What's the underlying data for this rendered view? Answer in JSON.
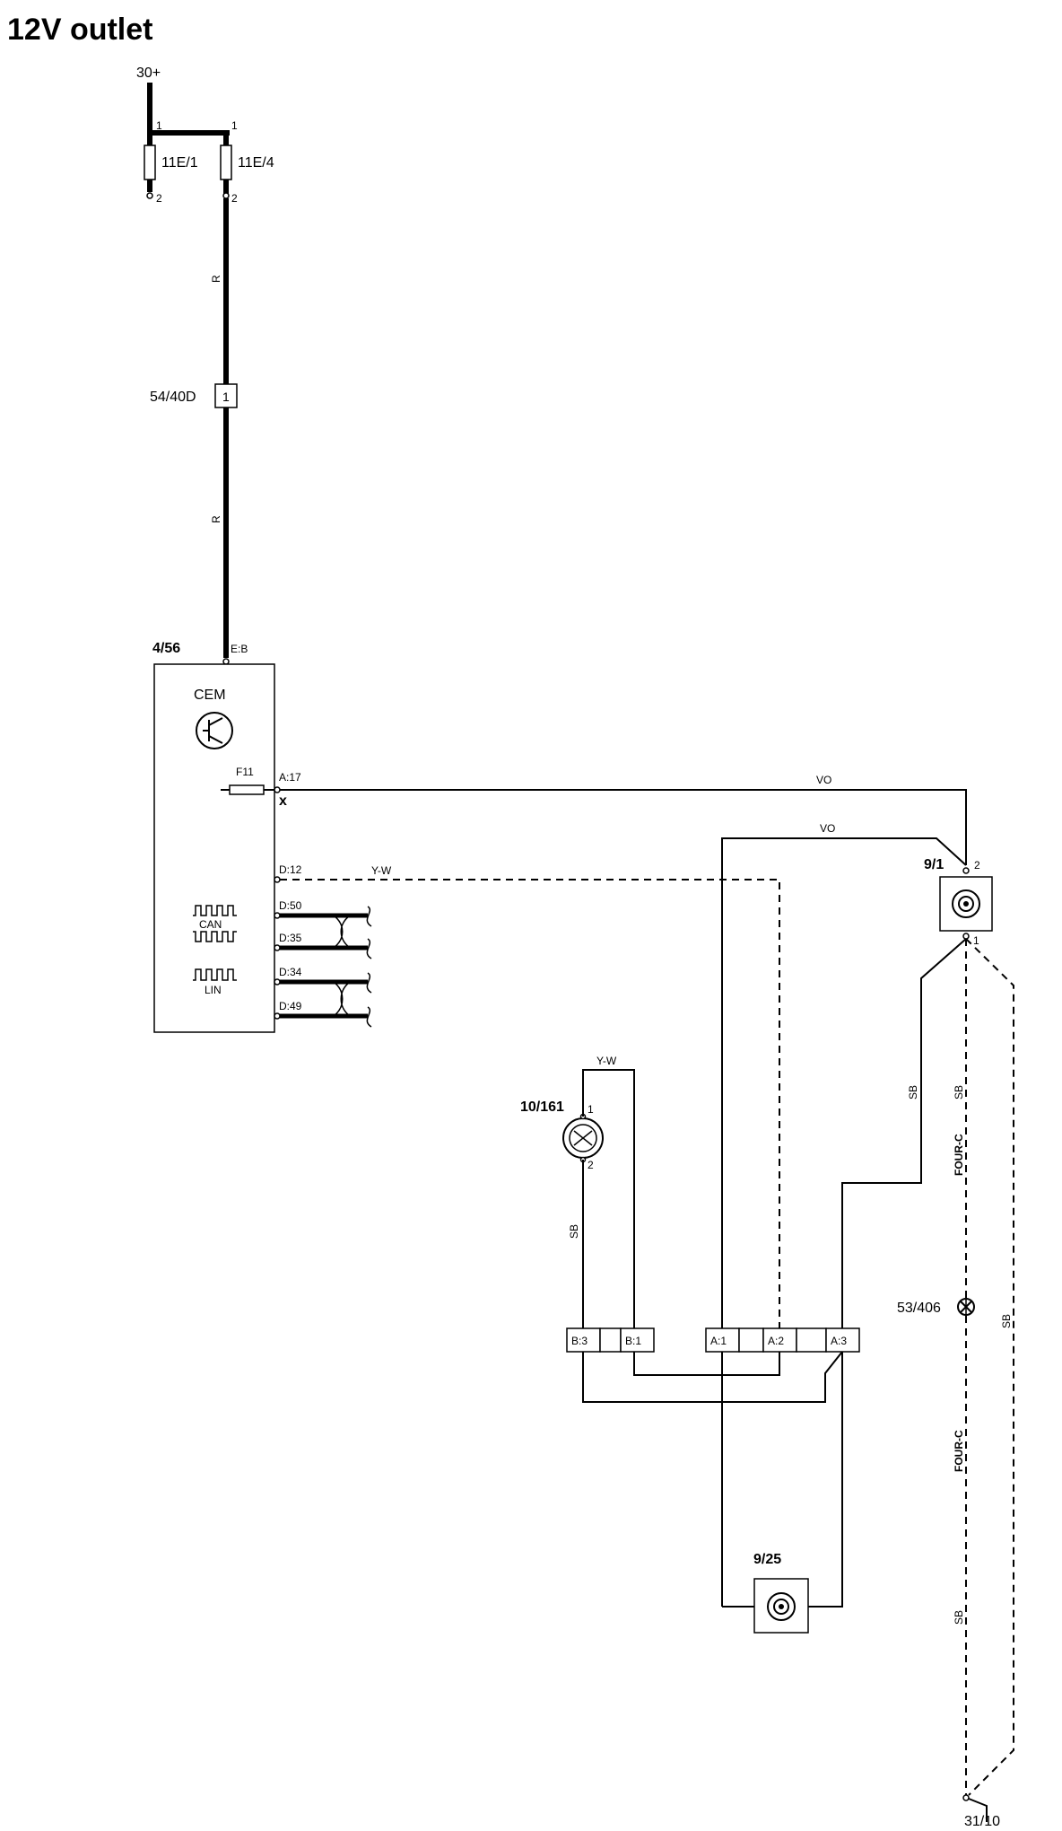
{
  "title": "12V outlet",
  "supply": "30+",
  "fuses": [
    {
      "id": "11E/1",
      "pin_in": "1",
      "pin_out": "2"
    },
    {
      "id": "11E/4",
      "pin_in": "1",
      "pin_out": "2"
    }
  ],
  "connector_5440": {
    "id": "54/40D",
    "pin": "1"
  },
  "wire_colors": {
    "red": "R",
    "vo": "VO",
    "yw": "Y-W",
    "sb": "SB"
  },
  "cem": {
    "id": "4/56",
    "name": "CEM",
    "pin_eb": "E:B",
    "fuse": "F11",
    "pin_a17": "A:17",
    "mark_x": "x",
    "pin_d12": "D:12",
    "pin_d50": "D:50",
    "pin_d35": "D:35",
    "pin_d34": "D:34",
    "pin_d49": "D:49",
    "can_label": "CAN",
    "lin_label": "LIN"
  },
  "outlet_91": {
    "id": "9/1",
    "pin2": "2",
    "pin1": "1"
  },
  "switch_10161": {
    "id": "10/161",
    "pin1": "1",
    "pin2": "2"
  },
  "connector_b": {
    "pins": [
      "B:3",
      "",
      "B:1"
    ]
  },
  "connector_a": {
    "pins": [
      "A:1",
      "",
      "A:2",
      "",
      "A:3"
    ]
  },
  "outlet_925": {
    "id": "9/25"
  },
  "four_c": "FOUR-C",
  "splice": {
    "id": "53/406"
  },
  "ground": {
    "id": "31/10"
  }
}
